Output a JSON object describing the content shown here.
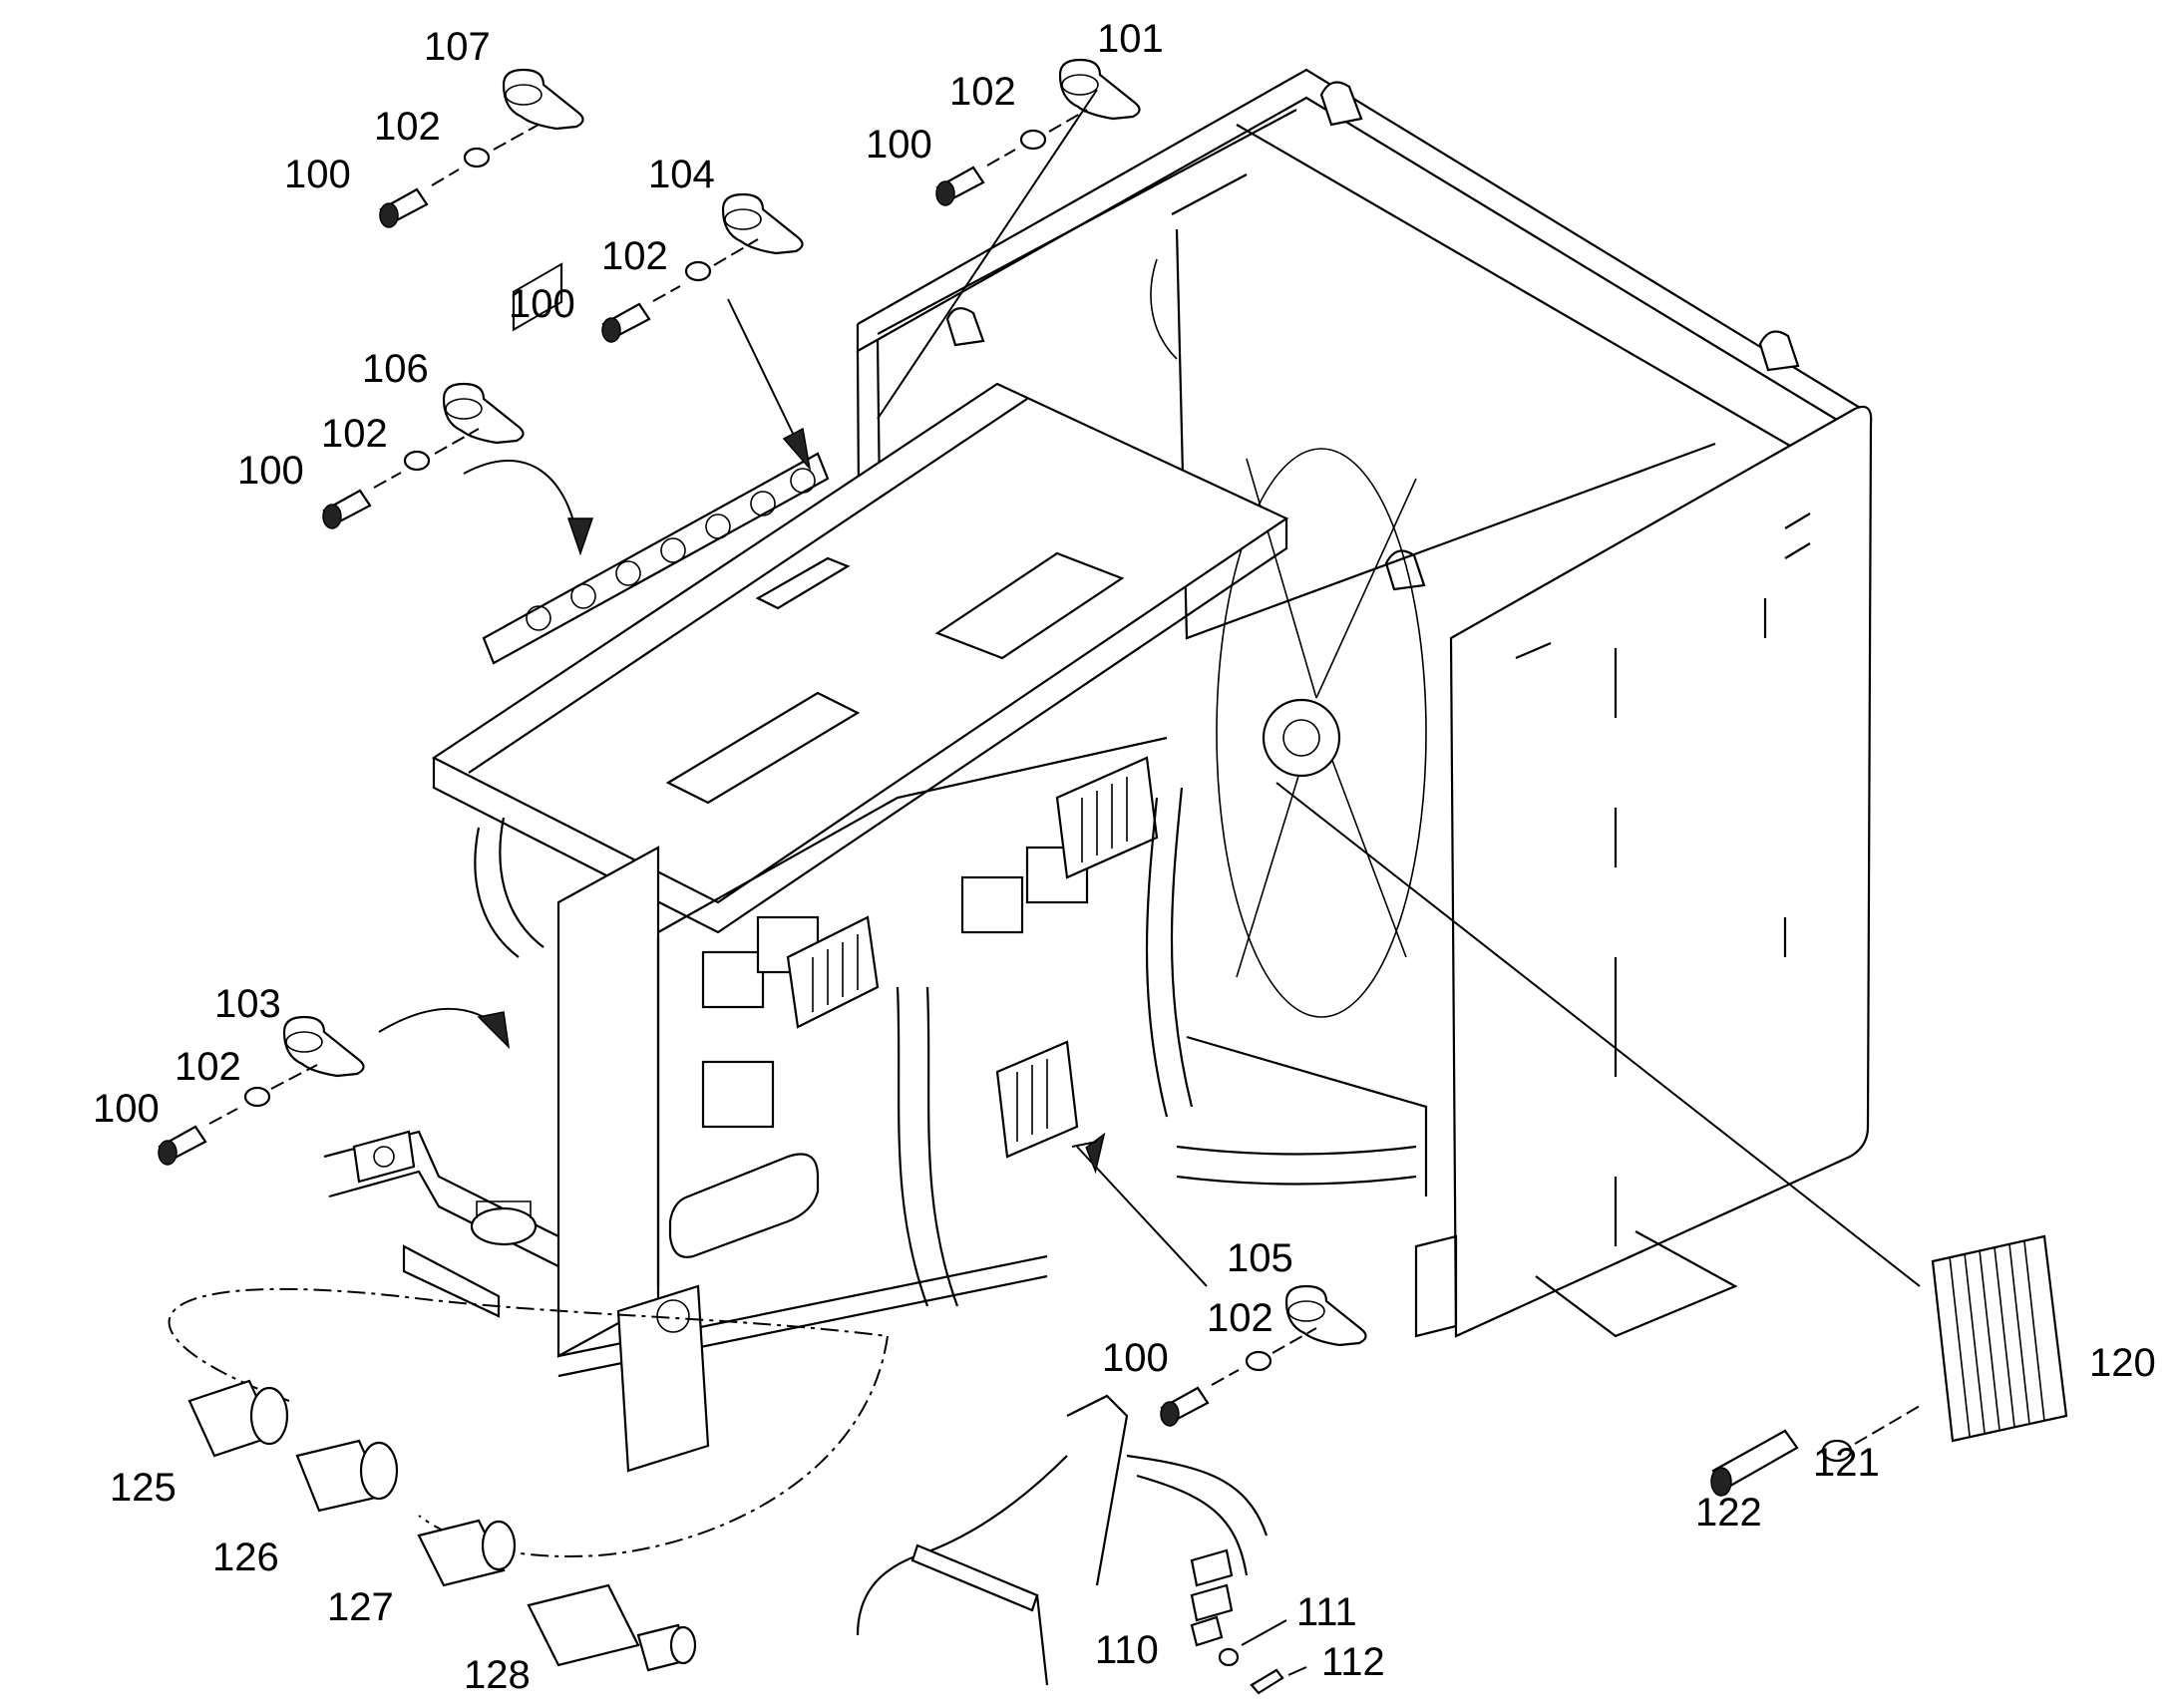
{
  "callouts": [
    {
      "id": "c107",
      "text": "107"
    },
    {
      "id": "c102a",
      "text": "102"
    },
    {
      "id": "c100a",
      "text": "100"
    },
    {
      "id": "c101",
      "text": "101"
    },
    {
      "id": "c102b",
      "text": "102"
    },
    {
      "id": "c100b",
      "text": "100"
    },
    {
      "id": "c104",
      "text": "104"
    },
    {
      "id": "c102c",
      "text": "102"
    },
    {
      "id": "c100c",
      "text": "100"
    },
    {
      "id": "c106",
      "text": "106"
    },
    {
      "id": "c102d",
      "text": "102"
    },
    {
      "id": "c100d",
      "text": "100"
    },
    {
      "id": "c103",
      "text": "103"
    },
    {
      "id": "c102e",
      "text": "102"
    },
    {
      "id": "c100e",
      "text": "100"
    },
    {
      "id": "c105",
      "text": "105"
    },
    {
      "id": "c102f",
      "text": "102"
    },
    {
      "id": "c100f",
      "text": "100"
    },
    {
      "id": "c120",
      "text": "120"
    },
    {
      "id": "c121",
      "text": "121"
    },
    {
      "id": "c122",
      "text": "122"
    },
    {
      "id": "c125",
      "text": "125"
    },
    {
      "id": "c126",
      "text": "126"
    },
    {
      "id": "c127",
      "text": "127"
    },
    {
      "id": "c128",
      "text": "128"
    },
    {
      "id": "c110",
      "text": "110"
    },
    {
      "id": "c111",
      "text": "111"
    },
    {
      "id": "c112",
      "text": "112"
    }
  ]
}
